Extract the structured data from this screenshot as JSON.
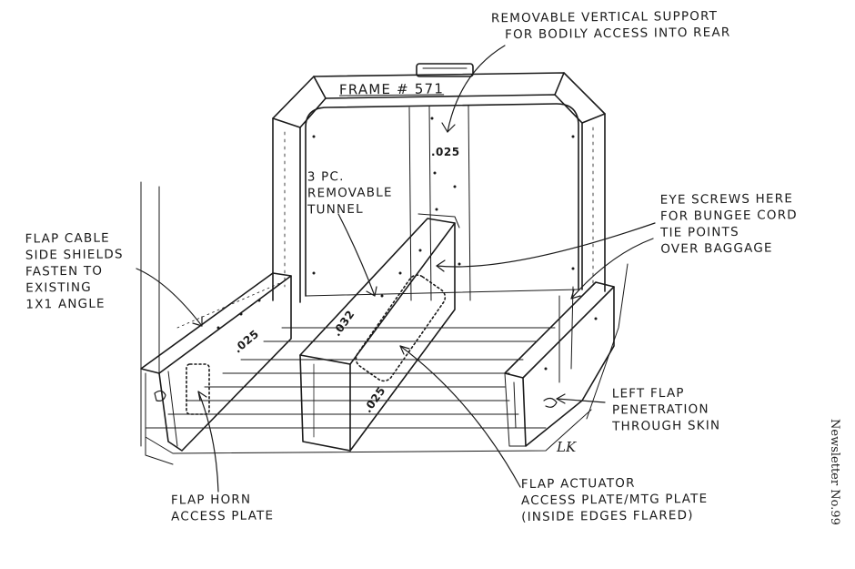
{
  "labels": {
    "removable_support": [
      "REMOVABLE VERTICAL SUPPORT",
      "FOR BODILY ACCESS INTO REAR"
    ],
    "frame": "FRAME # 571",
    "tunnel": [
      "3 PC.",
      "REMOVABLE",
      "TUNNEL"
    ],
    "eye_screws": [
      "EYE SCREWS HERE",
      "FOR BUNGEE CORD",
      "TIE POINTS",
      "OVER BAGGAGE"
    ],
    "side_shields": [
      "FLAP CABLE",
      "SIDE SHIELDS",
      "FASTEN TO",
      "EXISTING",
      "1X1 ANGLE"
    ],
    "left_flap": [
      "LEFT FLAP",
      "PENETRATION",
      "THROUGH SKIN"
    ],
    "flap_horn": [
      "FLAP HORN",
      "ACCESS PLATE"
    ],
    "flap_actuator": [
      "FLAP ACTUATOR",
      "ACCESS PLATE/MTG PLATE",
      "(INSIDE EDGES FLARED)"
    ]
  },
  "dimensions": {
    "center_panel": ".025",
    "tunnel_top": ".032",
    "tunnel_side": ".025",
    "left_shield": ".025"
  },
  "initials": "LK",
  "side_caption": "Newsletter No.99",
  "ink_color": "#1a1a1a"
}
